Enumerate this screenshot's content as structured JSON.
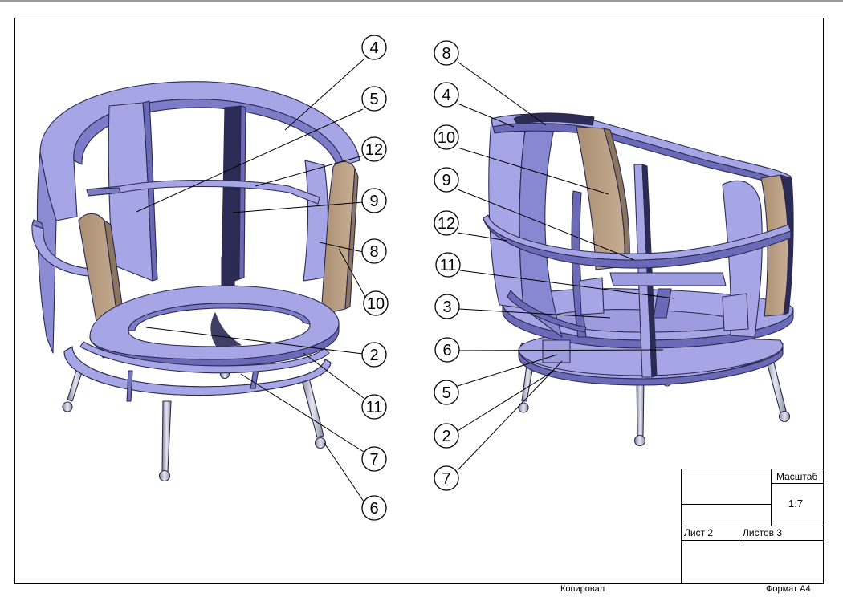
{
  "callouts_left": [
    "4",
    "5",
    "12",
    "9",
    "8",
    "10",
    "2",
    "11",
    "7",
    "6"
  ],
  "callouts_right": [
    "8",
    "4",
    "10",
    "9",
    "12",
    "11",
    "3",
    "6",
    "5",
    "2",
    "7"
  ],
  "title_block": {
    "scale_label": "Масштаб",
    "scale_value": "1:7",
    "sheet": "Лист 2",
    "sheets_total": "Листов 3"
  },
  "footer": {
    "copied": "Копировал",
    "format": "Формат А4"
  },
  "colors": {
    "frame_fill": "#a6a6e6",
    "frame_dark": "#6a6ab8",
    "frame_shadow": "#2b2b55",
    "wood": "#b99f84",
    "leg": "#b8bccb"
  }
}
